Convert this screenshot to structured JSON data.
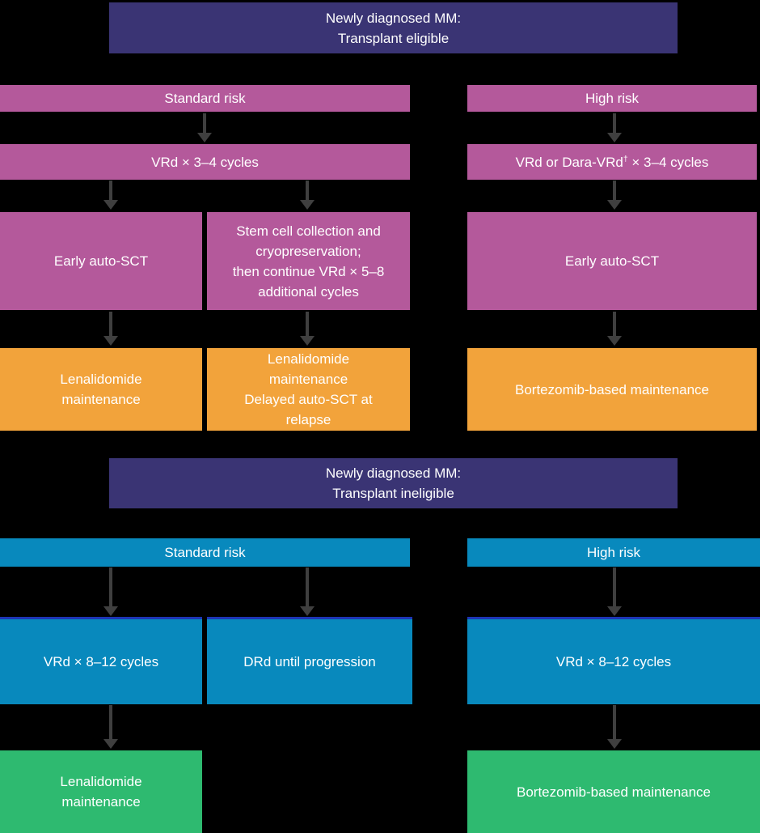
{
  "flowchart": {
    "eligible": {
      "header": "Newly diagnosed MM:\nTransplant eligible",
      "standard_risk": "Standard risk",
      "high_risk": "High risk",
      "induction_standard": "VRd × 3–4 cycles",
      "induction_high_pre": "VRd or Dara-VRd",
      "induction_high_sup": "†",
      "induction_high_post": " × 3–4 cycles",
      "early_auto_sct_standard": "Early auto-SCT",
      "stem_cell": "Stem cell collection and\ncryopreservation;\nthen continue VRd × 5–8\nadditional cycles",
      "early_auto_sct_high": "Early auto-SCT",
      "maintenance_standard": "Lenalidomide\nmaintenance",
      "maintenance_delayed": "Lenalidomide\nmaintenance\nDelayed auto-SCT at\nrelapse",
      "maintenance_high": "Bortezomib-based maintenance"
    },
    "ineligible": {
      "header": "Newly diagnosed MM:\nTransplant ineligible",
      "standard_risk": "Standard risk",
      "high_risk": "High risk",
      "induction_standard": "VRd × 8–12 cycles",
      "induction_drd": "DRd until progression",
      "induction_high": "VRd × 8–12 cycles",
      "maintenance_standard": "Lenalidomide\nmaintenance",
      "maintenance_high": "Bortezomib-based maintenance"
    }
  },
  "colors": {
    "background": "#000000",
    "header_navy": "#3A3474",
    "eligible_box_magenta": "#B4599B",
    "eligible_maintenance_orange": "#F2A33B",
    "ineligible_box_blue": "#0889BD",
    "ineligible_box_top_border": "#1E35B5",
    "ineligible_maintenance_green": "#2EBA70",
    "arrow_gray": "#3F3F3F",
    "text": "#FFFFFF"
  }
}
